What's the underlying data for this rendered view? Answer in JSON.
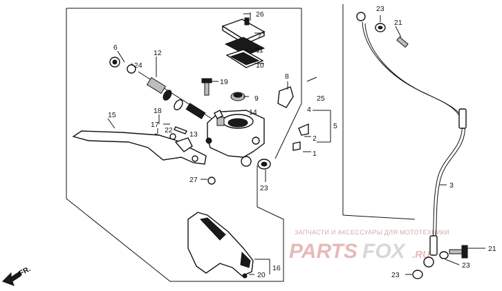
{
  "callouts": {
    "c26": "26",
    "c7": "7",
    "c11": "11",
    "c10": "10",
    "c6": "6",
    "c12": "12",
    "c24": "24",
    "c19": "19",
    "c8": "8",
    "c9": "9",
    "c25": "25",
    "c4": "4",
    "c15": "15",
    "c18": "18",
    "c14": "14",
    "c17": "17",
    "c22": "22",
    "c13": "13",
    "c5": "5",
    "c2": "2",
    "c1": "1",
    "c27": "27",
    "c23a": "23",
    "c16": "16",
    "c20": "20",
    "c23b": "23",
    "c21a": "21",
    "c3": "3",
    "c21b": "21",
    "c23c": "23",
    "c23d": "23"
  },
  "front_marker": "FR.",
  "watermark": {
    "tagline": "ЗАПЧАСТИ И АКСЕССУАРЫ ДЛЯ МОТОТЕХНИКИ",
    "logo_left": "PARTS",
    "logo_right": "FOX",
    "logo_suffix": ".RU"
  },
  "colors": {
    "line": "#111111",
    "watermark_red": "#e7b9b9",
    "watermark_gray": "#d7d7d7"
  }
}
